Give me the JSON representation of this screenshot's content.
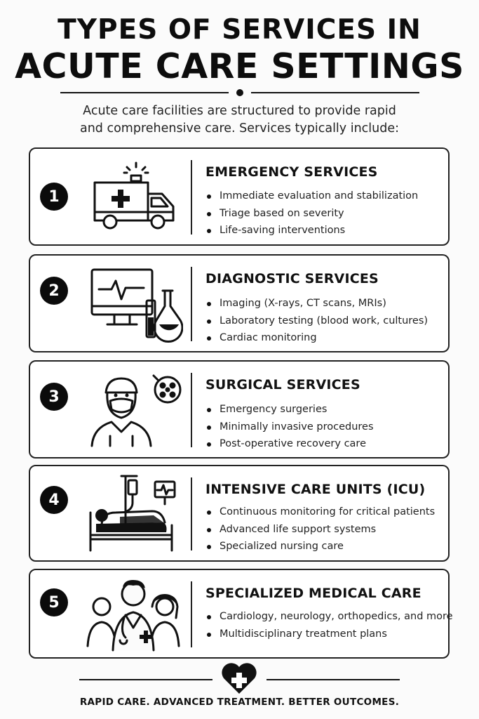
{
  "header": {
    "title_line1": "TYPES OF SERVICES IN",
    "title_line2": "ACUTE CARE SETTINGS",
    "intro_line1": "Acute care facilities are structured to provide rapid",
    "intro_line2": "and comprehensive care. Services typically include:"
  },
  "services": [
    {
      "number": "1",
      "title": "EMERGENCY SERVICES",
      "icon": "ambulance-icon",
      "items": [
        "Immediate evaluation and stabilization",
        "Triage based on severity",
        "Life-saving interventions"
      ]
    },
    {
      "number": "2",
      "title": "DIAGNOSTIC SERVICES",
      "icon": "monitor-lab-icon",
      "items": [
        "Imaging (X-rays, CT scans, MRIs)",
        "Laboratory testing (blood work, cultures)",
        "Cardiac monitoring"
      ]
    },
    {
      "number": "3",
      "title": "SURGICAL SERVICES",
      "icon": "surgeon-icon",
      "items": [
        "Emergency surgeries",
        "Minimally invasive procedures",
        "Post-operative recovery care"
      ]
    },
    {
      "number": "4",
      "title": "INTENSIVE CARE UNITS (ICU)",
      "icon": "icu-bed-icon",
      "items": [
        "Continuous monitoring for critical patients",
        "Advanced life support systems",
        "Specialized nursing care"
      ]
    },
    {
      "number": "5",
      "title": "SPECIALIZED MEDICAL CARE",
      "icon": "medical-team-icon",
      "items": [
        "Cardiology, neurology, orthopedics, and more",
        "Multidisciplinary treatment plans"
      ]
    }
  ],
  "footer": {
    "icon": "heart-cross-icon",
    "tagline": "RAPID CARE. ADVANCED TREATMENT. BETTER OUTCOMES."
  }
}
